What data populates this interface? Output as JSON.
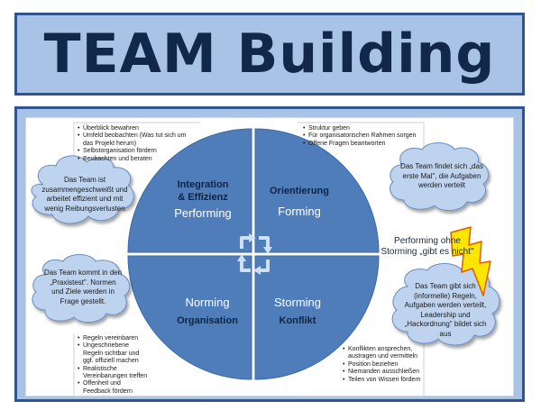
{
  "title": "TEAM Building",
  "quadrants": {
    "top_left": {
      "heading": "Integration\n& Effizienz",
      "phase": "Performing"
    },
    "top_right": {
      "heading": "Orientierung",
      "phase": "Forming"
    },
    "bottom_left": {
      "phase": "Norming",
      "heading": "Organisation"
    },
    "bottom_right": {
      "phase": "Storming",
      "heading": "Konflikt"
    }
  },
  "lists": {
    "performing": [
      "Überblick bewahren",
      "Umfeld beobachten (Was tut sich um das Projekt herum)",
      "Selbstorganisation fördern",
      "Beobachten und beraten"
    ],
    "forming": [
      "Struktur geben",
      "Für organisatorischen Rahmen sorgen",
      "Offene Fragen beantworten"
    ],
    "norming": [
      "Regeln vereinbaren",
      "Ungeschriebene Regeln sichtbar und ggf. offiziell machen",
      "Realistische Vereinbarungen treffen",
      "Offenheit und Feedback fördern"
    ],
    "storming": [
      "Konflikten ansprechen, austragen und vermitteln",
      "Position beziehen",
      "Niemanden ausschließen",
      "Teilen von Wissen fördern"
    ]
  },
  "clouds": {
    "performing": "Das Team ist zusammengeschweißt und arbeitet effizient und mit wenig Reibungsverlusten",
    "forming": "Das Team findet sich „das erste Mal\", die Aufgaben werden verteilt",
    "norming": "Das Team kommt in den „Praxistest\". Normen und Ziele werden in Frage gestellt.",
    "storming": "Das Team gibt sich (informelle) Regeln, Aufgaben werden verteilt, Leadership und „Hackordnung\" bildet sich aus"
  },
  "note": "Performing ohne Storming „gibt es nicht\"",
  "colors": {
    "circle": "#4f7dba",
    "circle_edge": "#3c6aa8",
    "frame": "#a9c3e6",
    "frame_border": "#2f5490",
    "title_text": "#12284a",
    "lightning": "#ffe600",
    "lightning_edge": "#e05a00"
  },
  "icons": {
    "center": "cycle-arrows-icon",
    "lightning": "lightning-icon"
  }
}
